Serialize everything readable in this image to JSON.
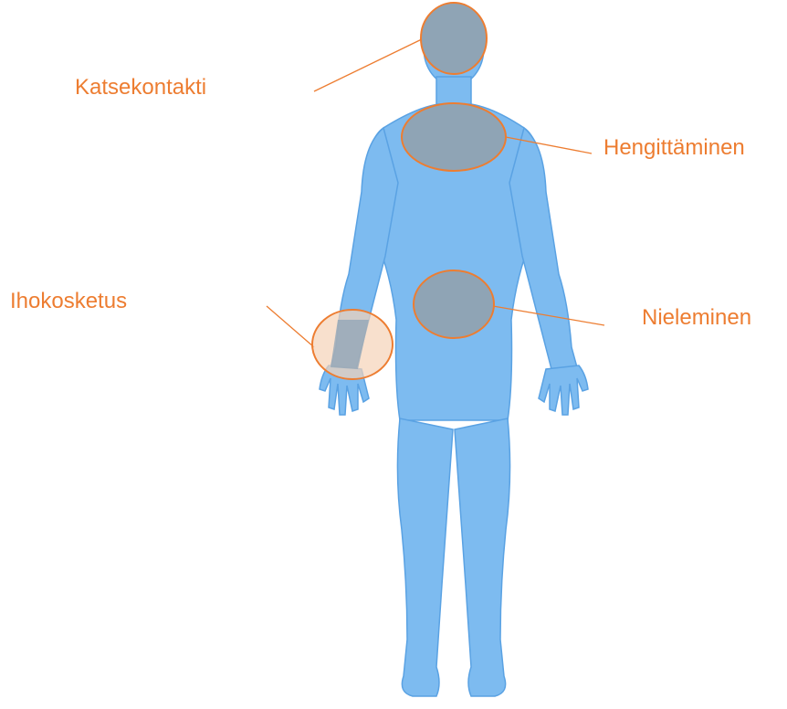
{
  "colors": {
    "body_fill": "#7dbbf0",
    "body_edge": "#5aa2e3",
    "highlight_fill": "#8fa4b5",
    "highlight_stroke": "#ED7D31",
    "skin_contact_fill": "#f5d3b8",
    "label_color": "#ED7D31",
    "connector_color": "#ED7D31"
  },
  "labels": {
    "eye_contact": "Katsekontakti",
    "breathing": "Hengittäminen",
    "skin_contact": "Ihokosketus",
    "swallowing": "Nieleminen"
  }
}
